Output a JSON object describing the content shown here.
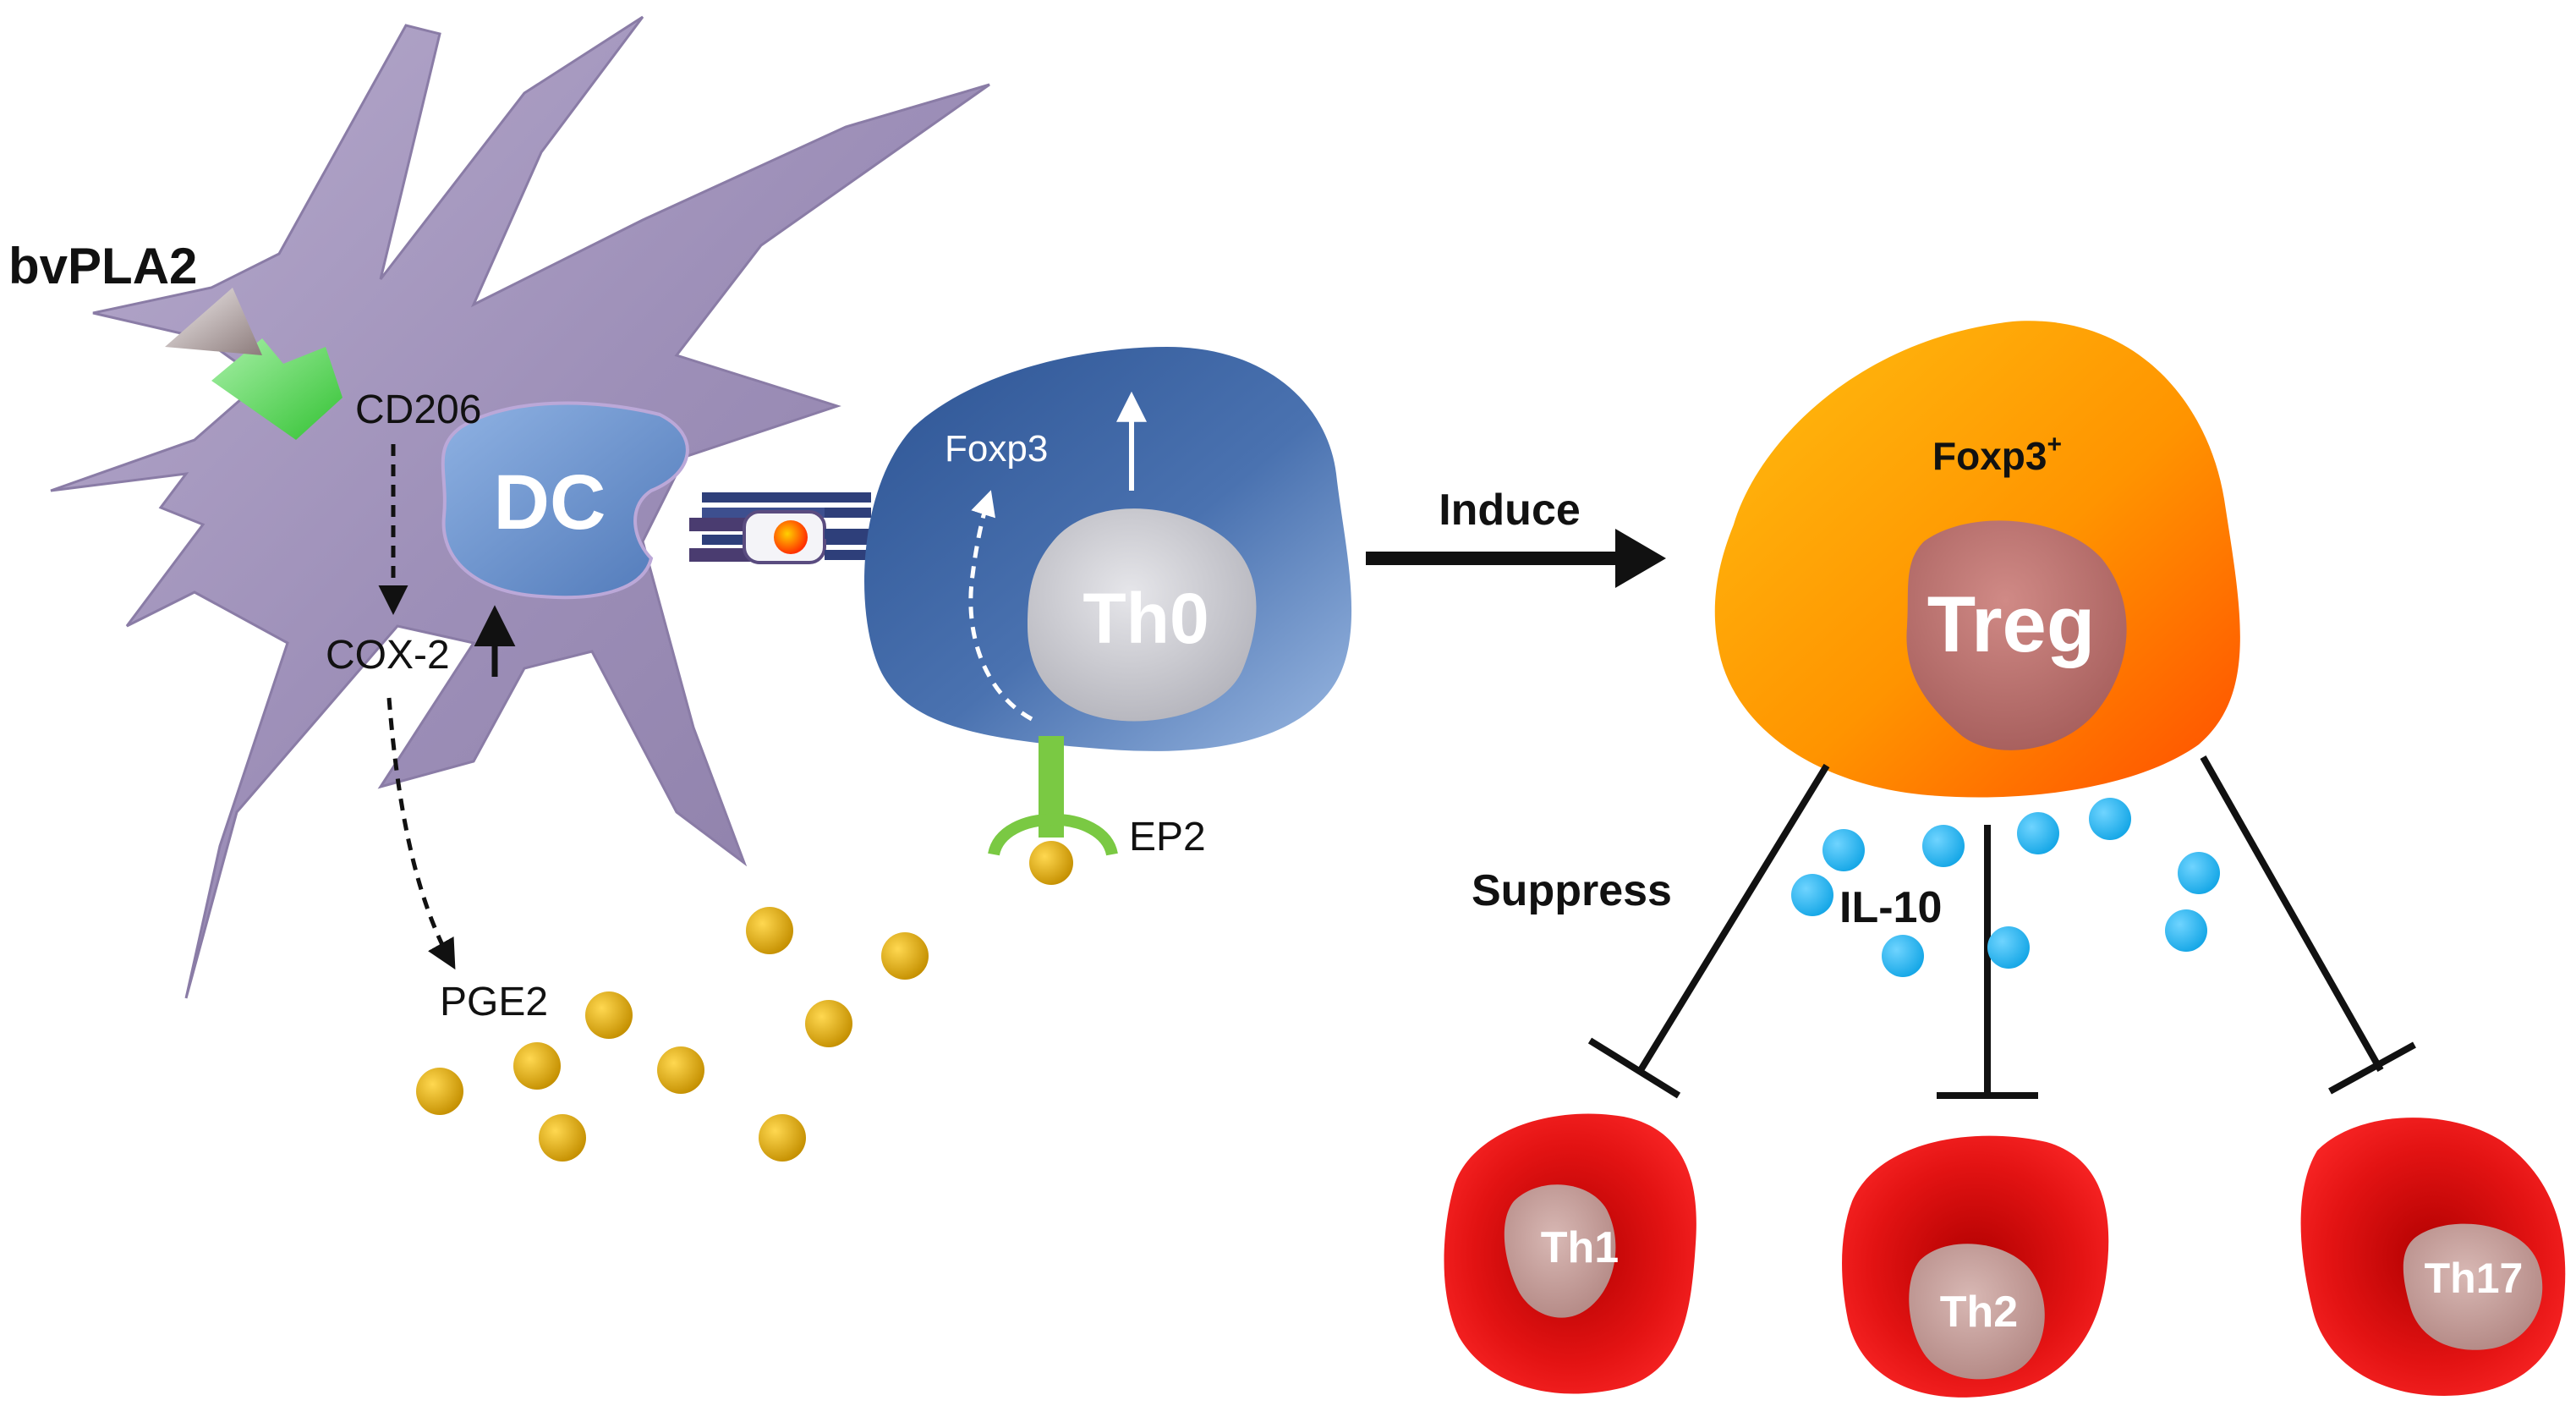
{
  "labels": {
    "bvpla2": "bvPLA2",
    "cd206": "CD206",
    "dc": "DC",
    "cox2": "COX-2",
    "pge2": "PGE2",
    "foxp3": "Foxp3",
    "th0": "Th0",
    "ep2": "EP2",
    "induce": "Induce",
    "foxp3_plus": "Foxp3",
    "foxp3_plus_sup": "+",
    "treg": "Treg",
    "suppress": "Suppress",
    "il10": "IL-10",
    "th1": "Th1",
    "th2": "Th2",
    "th17": "Th17"
  },
  "colors": {
    "dendritic_cell": "#9d8fb8",
    "dc_nucleus": "#5f86c4",
    "th0_cell": "#3f68a8",
    "th0_nucleus": "#c9c9cf",
    "treg_cell": "#ff9a00",
    "treg_nucleus": "#b86a6a",
    "effector_cell": "#e01010",
    "effector_nucleus": "#c49a9a",
    "pge2_dot": "#d4a200",
    "il10_dot": "#1fb2ee",
    "cd206_receptor": "#66dd66",
    "ep2_receptor": "#7ac943"
  },
  "icons": {
    "receptor": "cd206-receptor-icon",
    "ligand": "bvpla2-triangle-icon",
    "inhibition": "inhibition-bar-icon"
  }
}
